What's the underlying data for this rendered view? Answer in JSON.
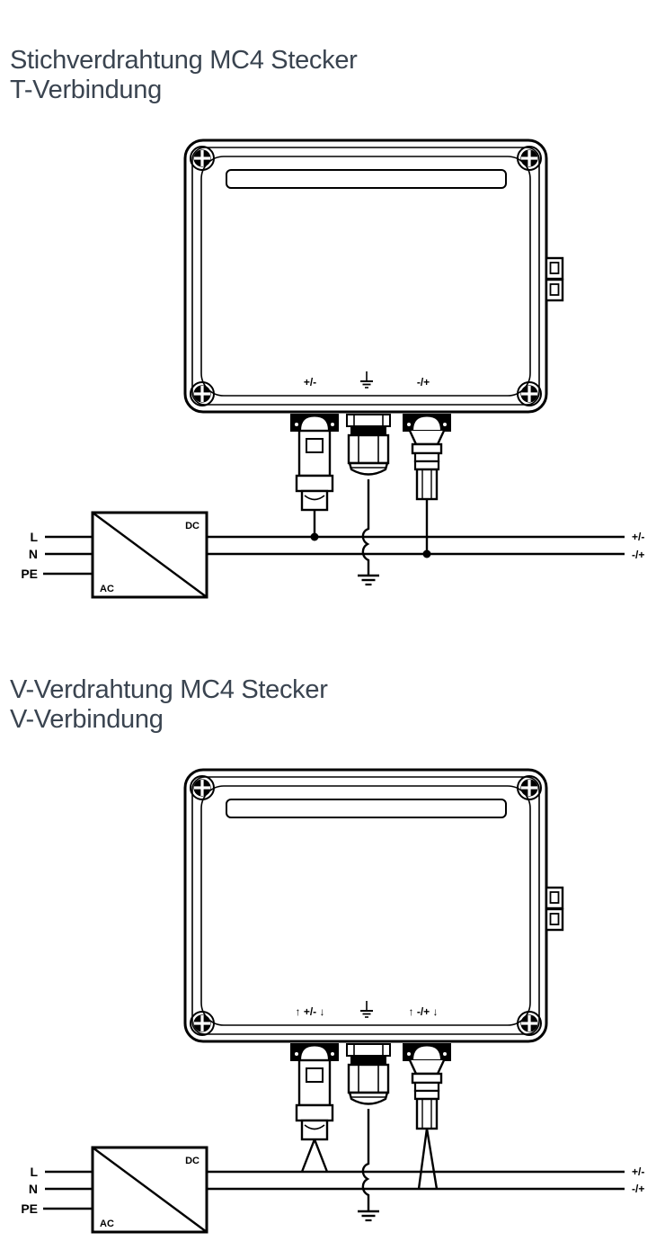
{
  "colors": {
    "line": "#000000",
    "title_text": "#3a4450",
    "background": "#ffffff"
  },
  "section1": {
    "title_line1": "Stichverdrahtung MC4 Stecker",
    "title_line2": "T-Verbindung",
    "box_port_labels": {
      "positive": "+/-",
      "negative": "-/+"
    },
    "bus_labels": {
      "top": "+/-",
      "bottom": "-/+"
    }
  },
  "section2": {
    "title_line1": "V-Verdrahtung MC4 Stecker",
    "title_line2": "V-Verbindung",
    "box_port_labels": {
      "positive": "↑ +/- ↓",
      "negative": "↑ -/+ ↓"
    },
    "bus_labels": {
      "top": "+/-",
      "bottom": "-/+"
    }
  },
  "inverter": {
    "dc_label": "DC",
    "ac_label": "AC",
    "input_labels": {
      "l": "L",
      "n": "N",
      "pe": "PE"
    }
  }
}
